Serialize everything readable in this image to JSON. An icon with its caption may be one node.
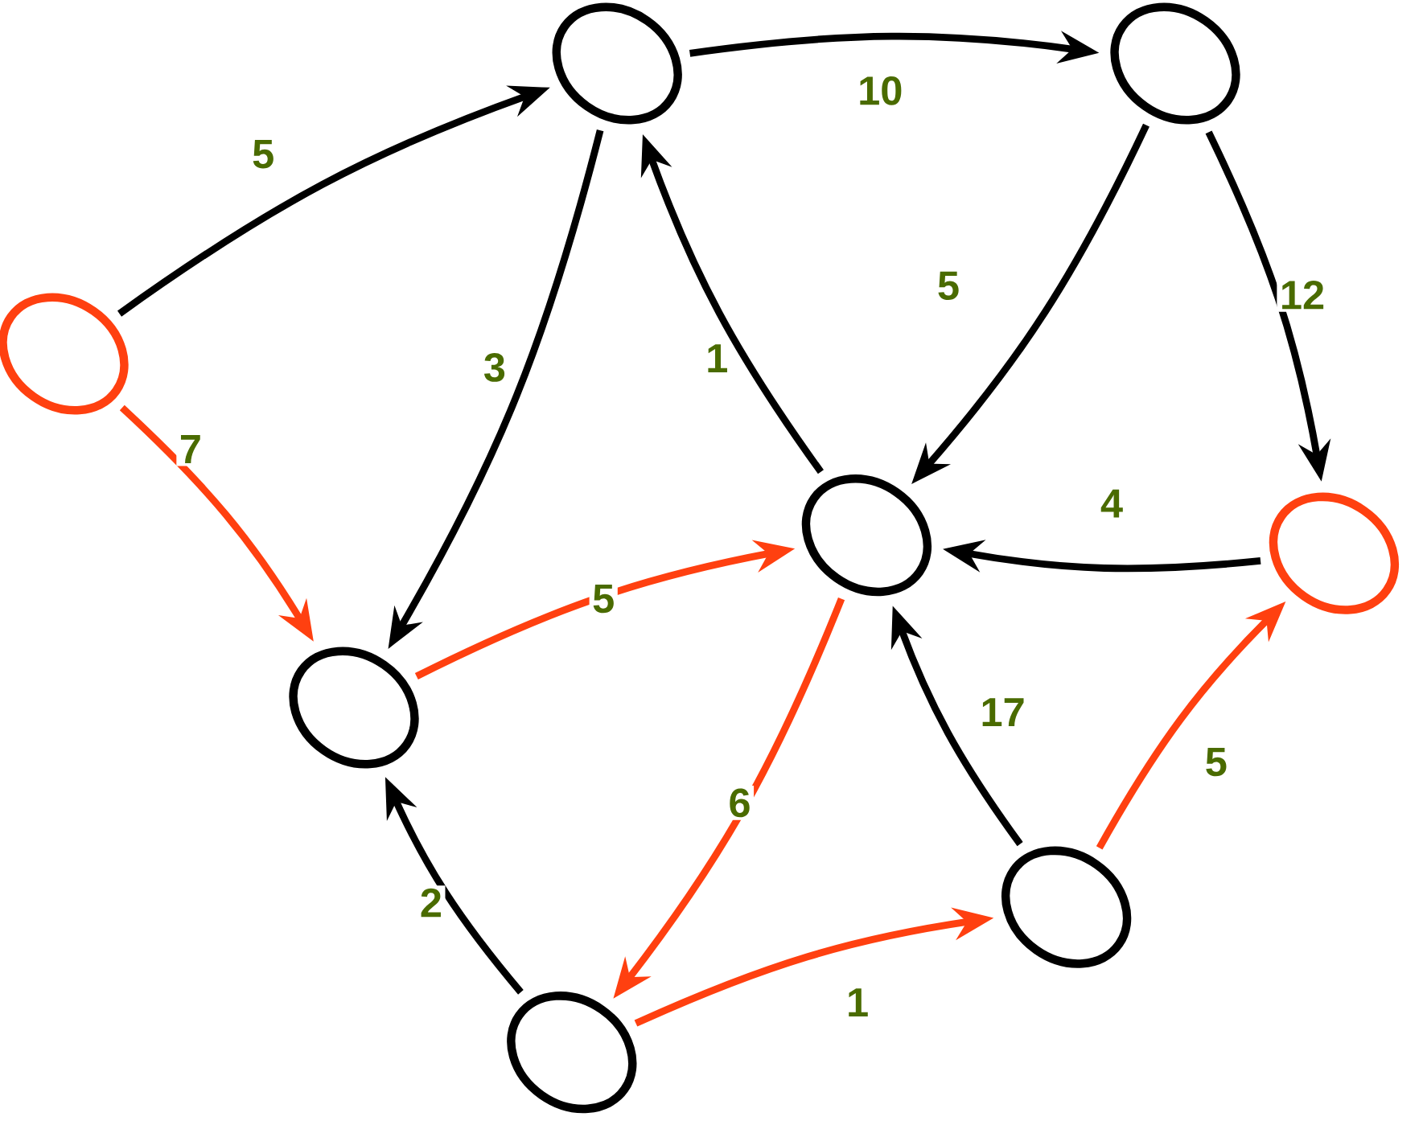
{
  "diagram": {
    "nodes": [
      {
        "text": [],
        "shape": "circle"
      },
      {
        "text": [],
        "shape": "circle"
      },
      {
        "text": [],
        "shape": "circle"
      },
      {
        "text": [],
        "shape": "circle"
      },
      {
        "text": [],
        "shape": "circle"
      },
      {
        "text": [],
        "shape": "circle"
      },
      {
        "text": [],
        "shape": "circle"
      },
      {
        "text": [],
        "shape": "circle"
      }
    ],
    "edges": [
      {
        "from": 2,
        "to": 0,
        "arrow": "to",
        "label": "5"
      },
      {
        "from": 0,
        "to": 1,
        "arrow": "to",
        "label": "10"
      },
      {
        "from": 0,
        "to": 4,
        "arrow": "to",
        "label": "3"
      },
      {
        "from": 3,
        "to": 0,
        "arrow": "to",
        "label": "1"
      },
      {
        "from": 1,
        "to": 3,
        "arrow": "to",
        "label": "5"
      },
      {
        "from": 1,
        "to": 5,
        "arrow": "to",
        "label": "12"
      },
      {
        "from": 2,
        "to": 4,
        "arrow": "to",
        "label": "7",
        "color": "#ff4010"
      },
      {
        "from": 5,
        "to": 3,
        "arrow": "to",
        "label": "4"
      },
      {
        "from": 4,
        "to": 3,
        "arrow": "to",
        "label": "5",
        "color": "#ff4010"
      },
      {
        "from": 3,
        "to": 7,
        "arrow": "to",
        "label": "6",
        "color": "#ff4010"
      },
      {
        "from": 7,
        "to": 4,
        "arrow": "to",
        "label": "2"
      },
      {
        "from": 6,
        "to": 3,
        "arrow": "to",
        "label": "17"
      },
      {
        "from": 7,
        "to": 6,
        "arrow": "to",
        "label": "1",
        "color": "#ff4010"
      },
      {
        "from": 6,
        "to": 5,
        "arrow": "to",
        "label": "5",
        "color": "#ff4010"
      }
    ]
  }
}
